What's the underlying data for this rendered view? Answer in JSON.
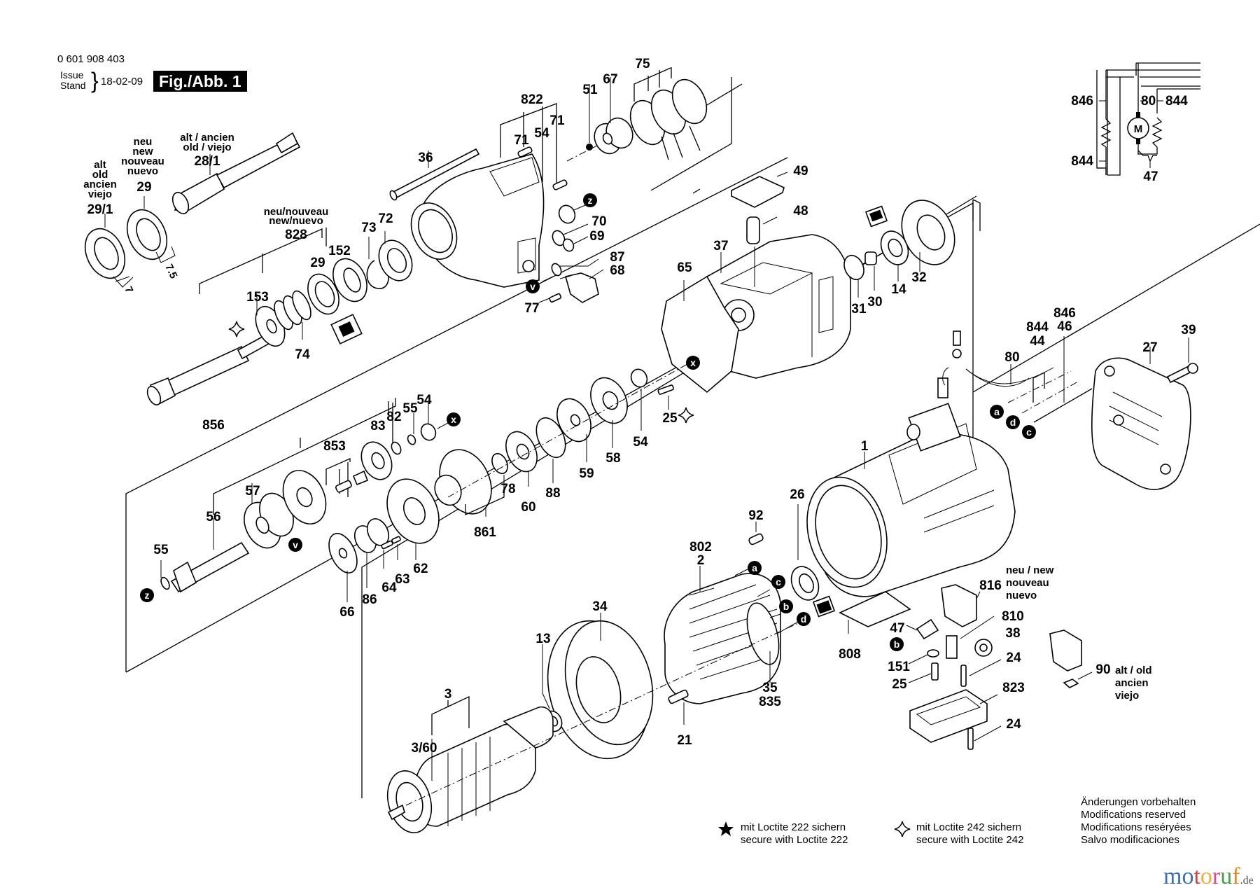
{
  "header": {
    "part_number": "0 601 908 403",
    "issue_label_1": "Issue",
    "issue_label_2": "Stand",
    "issue_date": "18-02-09",
    "figure_label": "Fig./Abb. 1"
  },
  "variant_notes": {
    "old_29_1": [
      "alt",
      "old",
      "ancien",
      "viejo"
    ],
    "new_29": [
      "neu",
      "new",
      "nouveau",
      "nuevo"
    ],
    "old_28_1": [
      "alt / ancien",
      "old / viejo"
    ],
    "new_828": [
      "neu/nouveau",
      "new/nuevo"
    ],
    "new_816": [
      "neu / new",
      "nouveau",
      "nuevo"
    ],
    "old_90": [
      "alt / old",
      "ancien",
      "viejo"
    ]
  },
  "dimensions": {
    "seal_29_1_width": "7",
    "seal_29_width": "7.5"
  },
  "part_labels": {
    "p29_1": "29/1",
    "p29a": "29",
    "p28_1": "28/1",
    "p828": "828",
    "p29b": "29",
    "p152": "152",
    "p73": "73",
    "p72": "72",
    "p153": "153",
    "p74": "74",
    "p36": "36",
    "p822": "822",
    "p71a": "71",
    "p54a": "54",
    "p71b": "71",
    "p51": "51",
    "p67": "67",
    "p75": "75",
    "p70": "70",
    "p69": "69",
    "p87": "87",
    "p68": "68",
    "p77": "77",
    "p49": "49",
    "p48": "48",
    "p37": "37",
    "p65": "65",
    "p31": "31",
    "p30": "30",
    "p14": "14",
    "p32": "32",
    "p846a": "846",
    "p80a": "80",
    "p844a": "844",
    "p844b": "844",
    "p47a": "47",
    "p80": "80",
    "p844c": "844",
    "p44": "44",
    "p846b": "846",
    "p46": "46",
    "p39": "39",
    "p27": "27",
    "p856": "856",
    "p853": "853",
    "p83": "83",
    "p82": "82",
    "p55a": "55",
    "p54b": "54",
    "p57": "57",
    "p56": "56",
    "p55b": "55",
    "p78": "78",
    "p861": "861",
    "p60": "60",
    "p88": "88",
    "p59": "59",
    "p58": "58",
    "p54c": "54",
    "p25a": "25",
    "p66": "66",
    "p86": "86",
    "p64": "64",
    "p63": "63",
    "p62": "62",
    "p1": "1",
    "p26": "26",
    "p92": "92",
    "p802": "802",
    "p2": "2",
    "p34": "34",
    "p13": "13",
    "p3": "3",
    "p3_60": "3/60",
    "p35": "35",
    "p835": "835",
    "p21": "21",
    "p808": "808",
    "p816": "816",
    "p810": "810",
    "p38": "38",
    "p47b": "47",
    "p151": "151",
    "p25b": "25",
    "p24a": "24",
    "p823": "823",
    "p24b": "24",
    "p90": "90"
  },
  "connection_markers": {
    "z": "z",
    "v": "v",
    "x": "x",
    "a": "a",
    "b": "b",
    "c": "c",
    "d": "d"
  },
  "schematic": {
    "motor_symbol": "M",
    "labels": {
      "l846": "846",
      "l80": "80",
      "l844r": "844",
      "l844l": "844",
      "l47": "47"
    }
  },
  "legend": {
    "loctite_222": [
      "mit Loctite 222 sichern",
      "secure with Loctite 222"
    ],
    "loctite_242": [
      "mit Loctite 242 sichern",
      "secure with Loctite 242"
    ],
    "loctite_222_icon": "star-icon",
    "loctite_242_icon": "four-point-star-outline-icon",
    "modifications": [
      "Änderungen vorbehalten",
      "Modifications reserved",
      "Modifications reséryées",
      "Salvo modificaciones"
    ]
  },
  "watermark": {
    "letters": [
      "m",
      "o",
      "t",
      "o",
      "r",
      "u",
      "f"
    ],
    "colors": [
      "#3b6fb6",
      "#3b6fb6",
      "#d2423c",
      "#e8b23a",
      "#e0488f",
      "#43a047",
      "#e68a1e"
    ],
    "suffix": ".de"
  }
}
